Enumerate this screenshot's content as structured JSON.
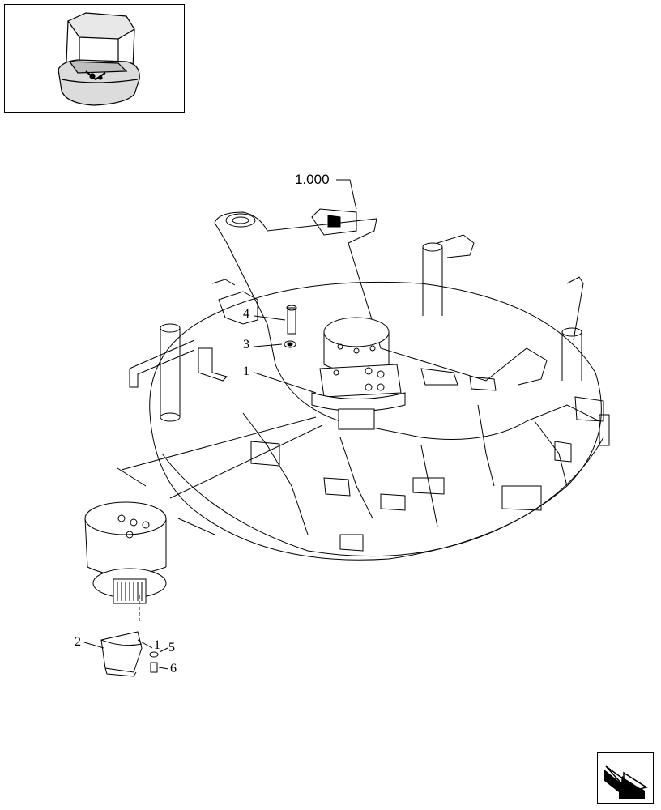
{
  "diagram": {
    "reference_label": "1.000",
    "callouts": [
      {
        "id": "c4",
        "text": "4"
      },
      {
        "id": "c3",
        "text": "3"
      },
      {
        "id": "c1a",
        "text": "1"
      },
      {
        "id": "c2",
        "text": "2"
      },
      {
        "id": "c1b",
        "text": "1"
      },
      {
        "id": "c5",
        "text": "5"
      },
      {
        "id": "c6",
        "text": "6"
      }
    ]
  },
  "thumbnail": {
    "icon": "machine-overview-icon"
  },
  "navigation": {
    "icon": "next-page-arrow-icon"
  }
}
